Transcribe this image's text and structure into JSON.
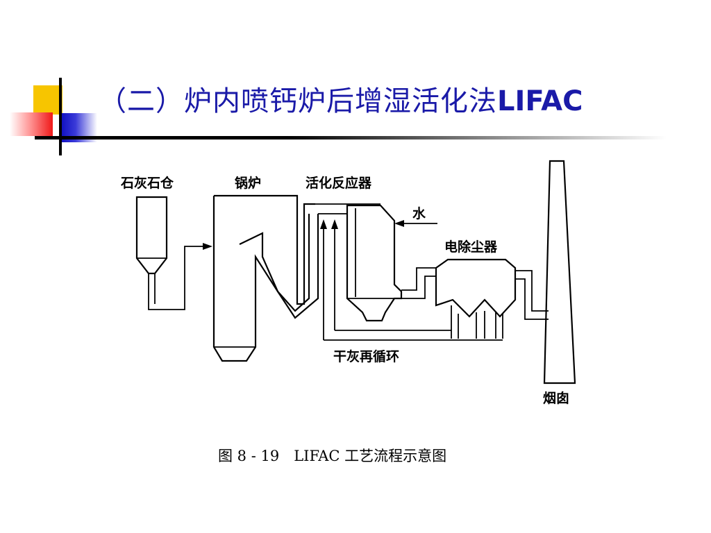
{
  "slide": {
    "title_prefix": "（二）炉内喷钙炉后增湿活化法",
    "title_suffix": "LIFAC"
  },
  "diagram": {
    "labels": {
      "limestone_bin": "石灰石仓",
      "boiler": "锅炉",
      "activation_reactor": "活化反应器",
      "water": "水",
      "esp": "电除尘器",
      "dry_ash_recycle": "干灰再循环",
      "chimney": "烟囱"
    },
    "caption": "图 8 - 19　LIFAC 工艺流程示意图"
  },
  "colors": {
    "title_blue": "#1a1aa8",
    "deco_yellow": "#f7c500",
    "deco_red": "#f01818",
    "deco_blue": "#1010c0"
  }
}
